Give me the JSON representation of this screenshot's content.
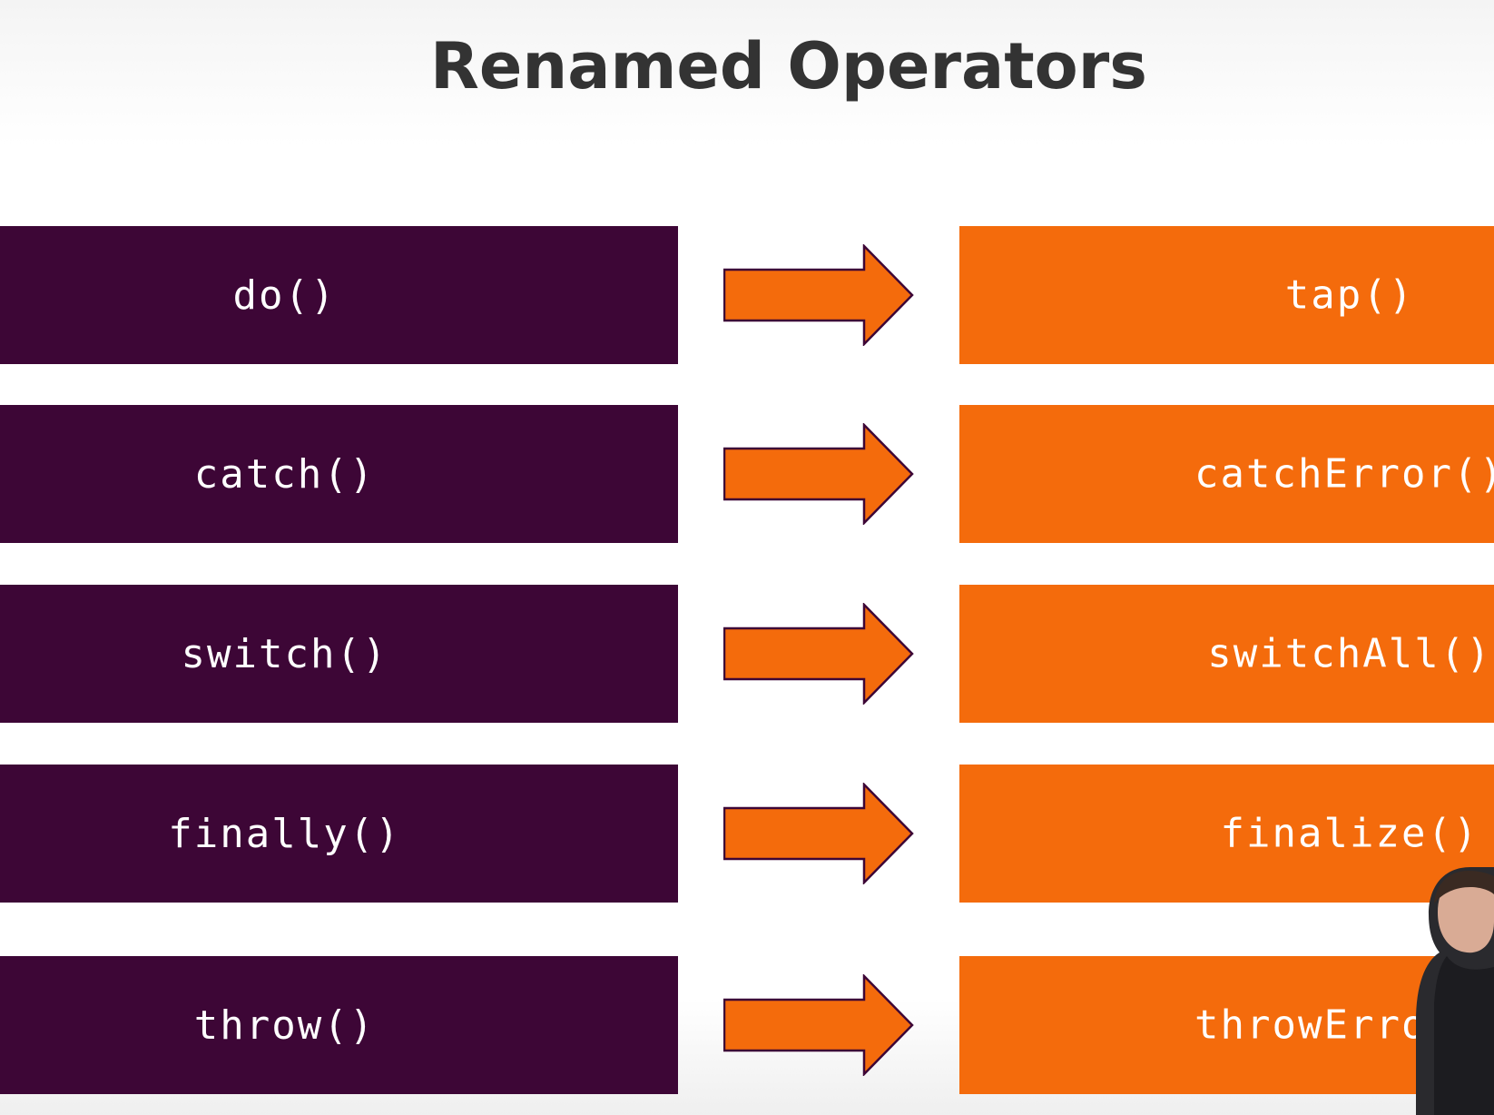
{
  "title": "Renamed Operators",
  "colors": {
    "old_box": "#3d0636",
    "new_box": "#f46b0c",
    "arrow_fill": "#f46b0c",
    "arrow_stroke": "#3d0636",
    "text": "#ffffff",
    "title": "#333333"
  },
  "mappings": [
    {
      "old": "do()",
      "new": "tap()"
    },
    {
      "old": "catch()",
      "new": "catchError()"
    },
    {
      "old": "switch()",
      "new": "switchAll()"
    },
    {
      "old": "finally()",
      "new": "finalize()"
    },
    {
      "old": "throw()",
      "new": "throwError()"
    }
  ],
  "icons": {
    "arrow": "right-arrow-icon"
  }
}
